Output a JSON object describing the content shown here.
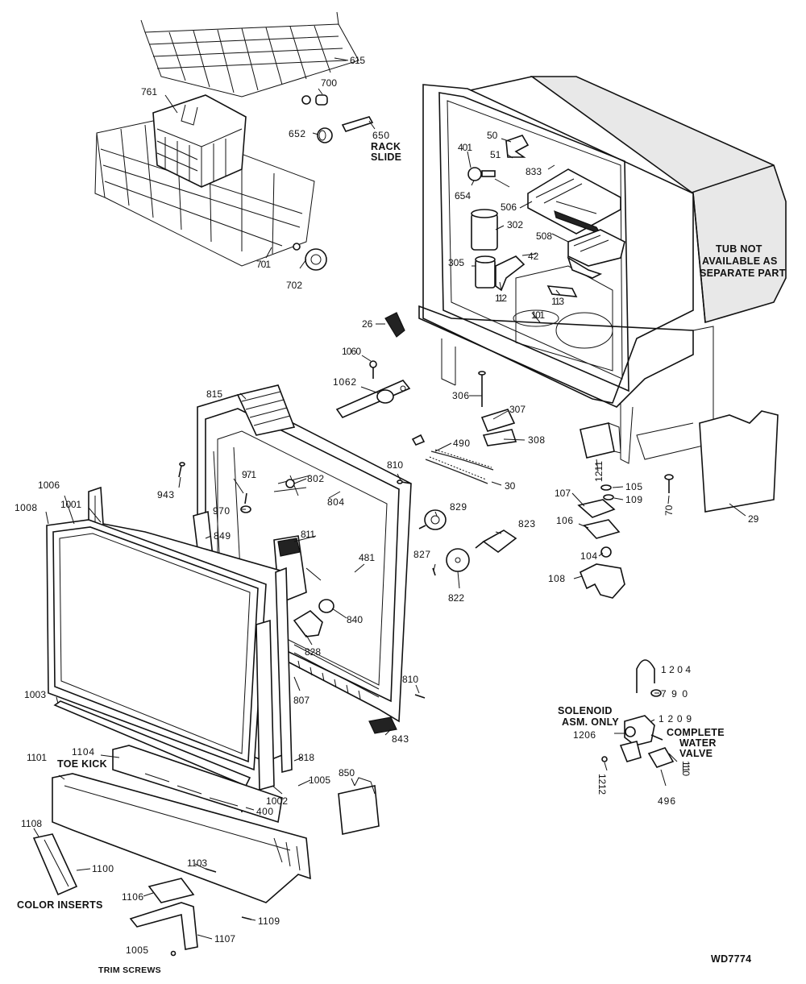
{
  "diagram": {
    "code": "WD7774",
    "notes": {
      "tub_line1": "TUB NOT",
      "tub_line2": "AVAILABLE AS",
      "tub_line3": "SEPARATE PART",
      "rack_slide1": "RACK",
      "rack_slide2": "SLIDE",
      "solenoid1": "SOLENOID",
      "solenoid2": "ASM. ONLY",
      "valve1": "COMPLETE",
      "valve2": "WATER",
      "valve3": "VALVE",
      "toe_kick": "TOE KICK",
      "color_inserts": "COLOR INSERTS",
      "trim_screws": "TRIM SCREWS"
    },
    "labels": {
      "p615": "615",
      "p700": "700",
      "p761": "761",
      "p652": "652",
      "p650": "650",
      "p701": "701",
      "p702": "702",
      "p50": "50",
      "p401": "401",
      "p51": "51",
      "p833": "833",
      "p654": "654",
      "p506": "506",
      "p302": "302",
      "p508": "508",
      "p42": "42",
      "p305": "305",
      "p112": "112",
      "p113": "113",
      "p101": "101",
      "p26": "26",
      "p1060": "1060",
      "p1062": "1062",
      "p306": "306",
      "p307": "307",
      "p308": "308",
      "p490": "490",
      "p30": "30",
      "p815": "815",
      "p1211": "1211",
      "p105": "105",
      "p109": "109",
      "p70": "70",
      "p107": "107",
      "p29": "29",
      "p810a": "810",
      "p943": "943",
      "p971": "971",
      "p802": "802",
      "p804": "804",
      "p970": "970",
      "p829": "829",
      "p823": "823",
      "p106": "106",
      "p1006": "1006",
      "p1001": "1001",
      "p1008": "1008",
      "p849": "849",
      "p811": "811",
      "p481": "481",
      "p827": "827",
      "p104": "104",
      "p108": "108",
      "p822": "822",
      "p840": "840",
      "p828": "828",
      "p807": "807",
      "p810b": "810",
      "p1003": "1003",
      "p843": "843",
      "p1204": "1204",
      "p790": "790",
      "p1209": "1209",
      "p1206": "1206",
      "p1110": "1110",
      "p1212": "1212",
      "p496": "496",
      "p1104": "1104",
      "p818": "818",
      "p1101": "1101",
      "p1005a": "1005",
      "p1002": "1002",
      "p850": "850",
      "p400": "400",
      "p1108": "1108",
      "p1100": "1100",
      "p1103": "1103",
      "p1106": "1106",
      "p1109": "1109",
      "p1107": "1107",
      "p1005b": "1005"
    }
  }
}
